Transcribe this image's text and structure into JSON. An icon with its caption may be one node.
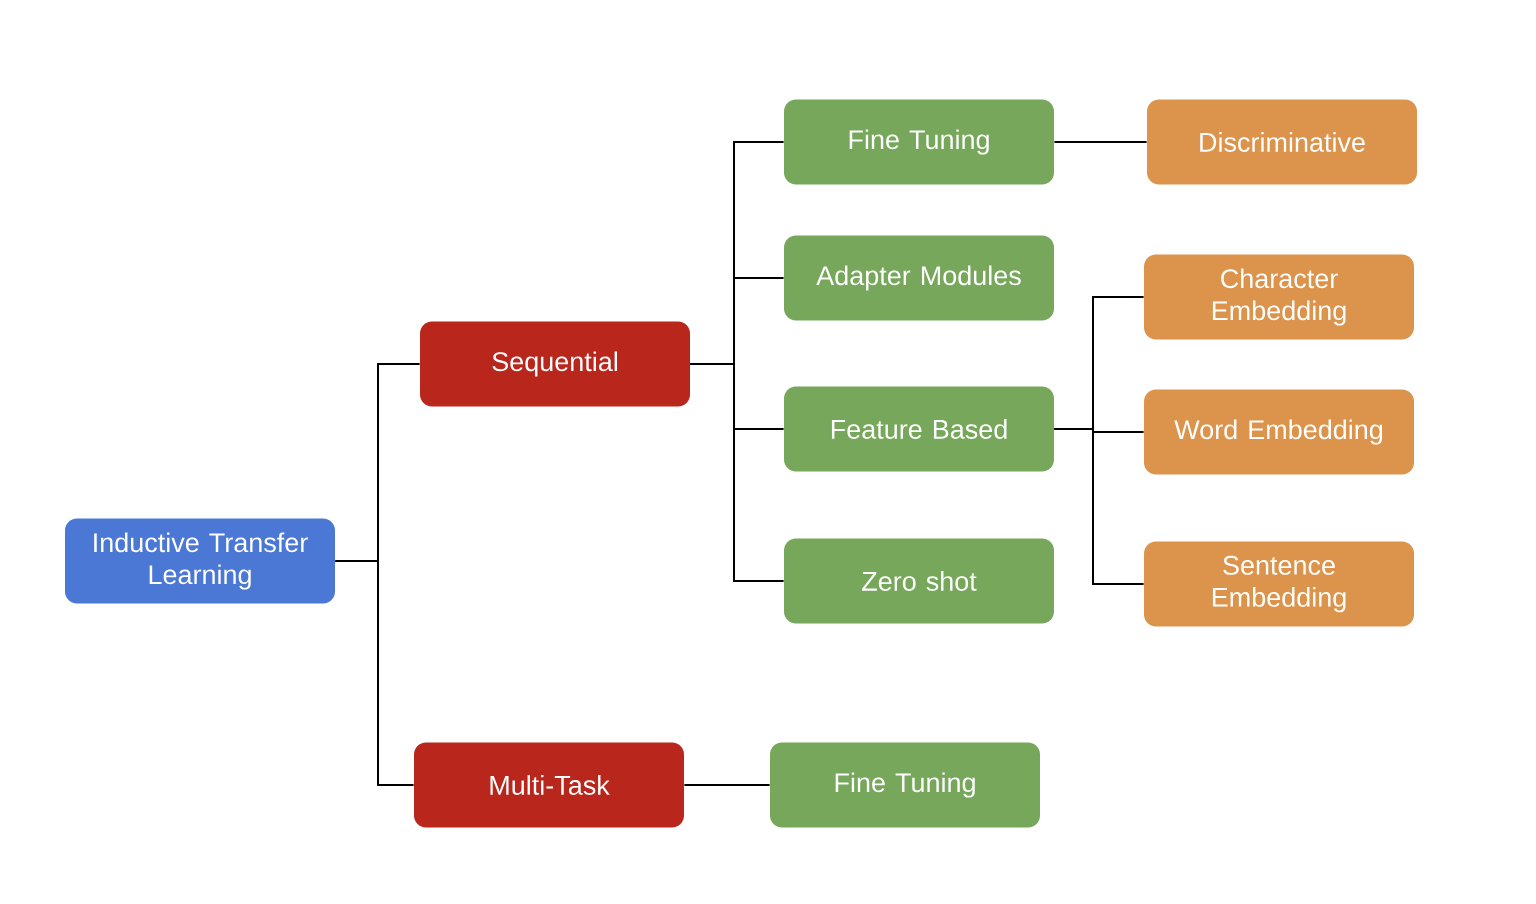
{
  "diagram": {
    "nodes": [
      {
        "text": [
          "Inductive Transfer Learning"
        ]
      },
      {
        "text": [
          "Sequential"
        ]
      },
      {
        "text": [
          "Multi-Task"
        ]
      },
      {
        "text": [
          "Fine Tuning"
        ]
      },
      {
        "text": [
          "Adapter Modules"
        ]
      },
      {
        "text": [
          "Feature Based"
        ]
      },
      {
        "text": [
          "Zero shot"
        ]
      },
      {
        "text": [
          "Fine Tuning"
        ]
      },
      {
        "text": [
          "Discriminative"
        ]
      },
      {
        "text": [
          "Character Embedding"
        ]
      },
      {
        "text": [
          "Word Embedding"
        ]
      },
      {
        "text": [
          "Sentence Embedding"
        ]
      }
    ],
    "edges": [
      {
        "from": 0,
        "to": 1,
        "arrow": "none"
      },
      {
        "from": 0,
        "to": 2,
        "arrow": "none"
      },
      {
        "from": 1,
        "to": 3,
        "arrow": "none"
      },
      {
        "from": 1,
        "to": 4,
        "arrow": "none"
      },
      {
        "from": 1,
        "to": 5,
        "arrow": "none"
      },
      {
        "from": 1,
        "to": 6,
        "arrow": "none"
      },
      {
        "from": 2,
        "to": 7,
        "arrow": "none"
      },
      {
        "from": 3,
        "to": 8,
        "arrow": "none"
      },
      {
        "from": 5,
        "to": 9,
        "arrow": "none"
      },
      {
        "from": 5,
        "to": 10,
        "arrow": "none"
      },
      {
        "from": 5,
        "to": 11,
        "arrow": "none"
      }
    ]
  }
}
